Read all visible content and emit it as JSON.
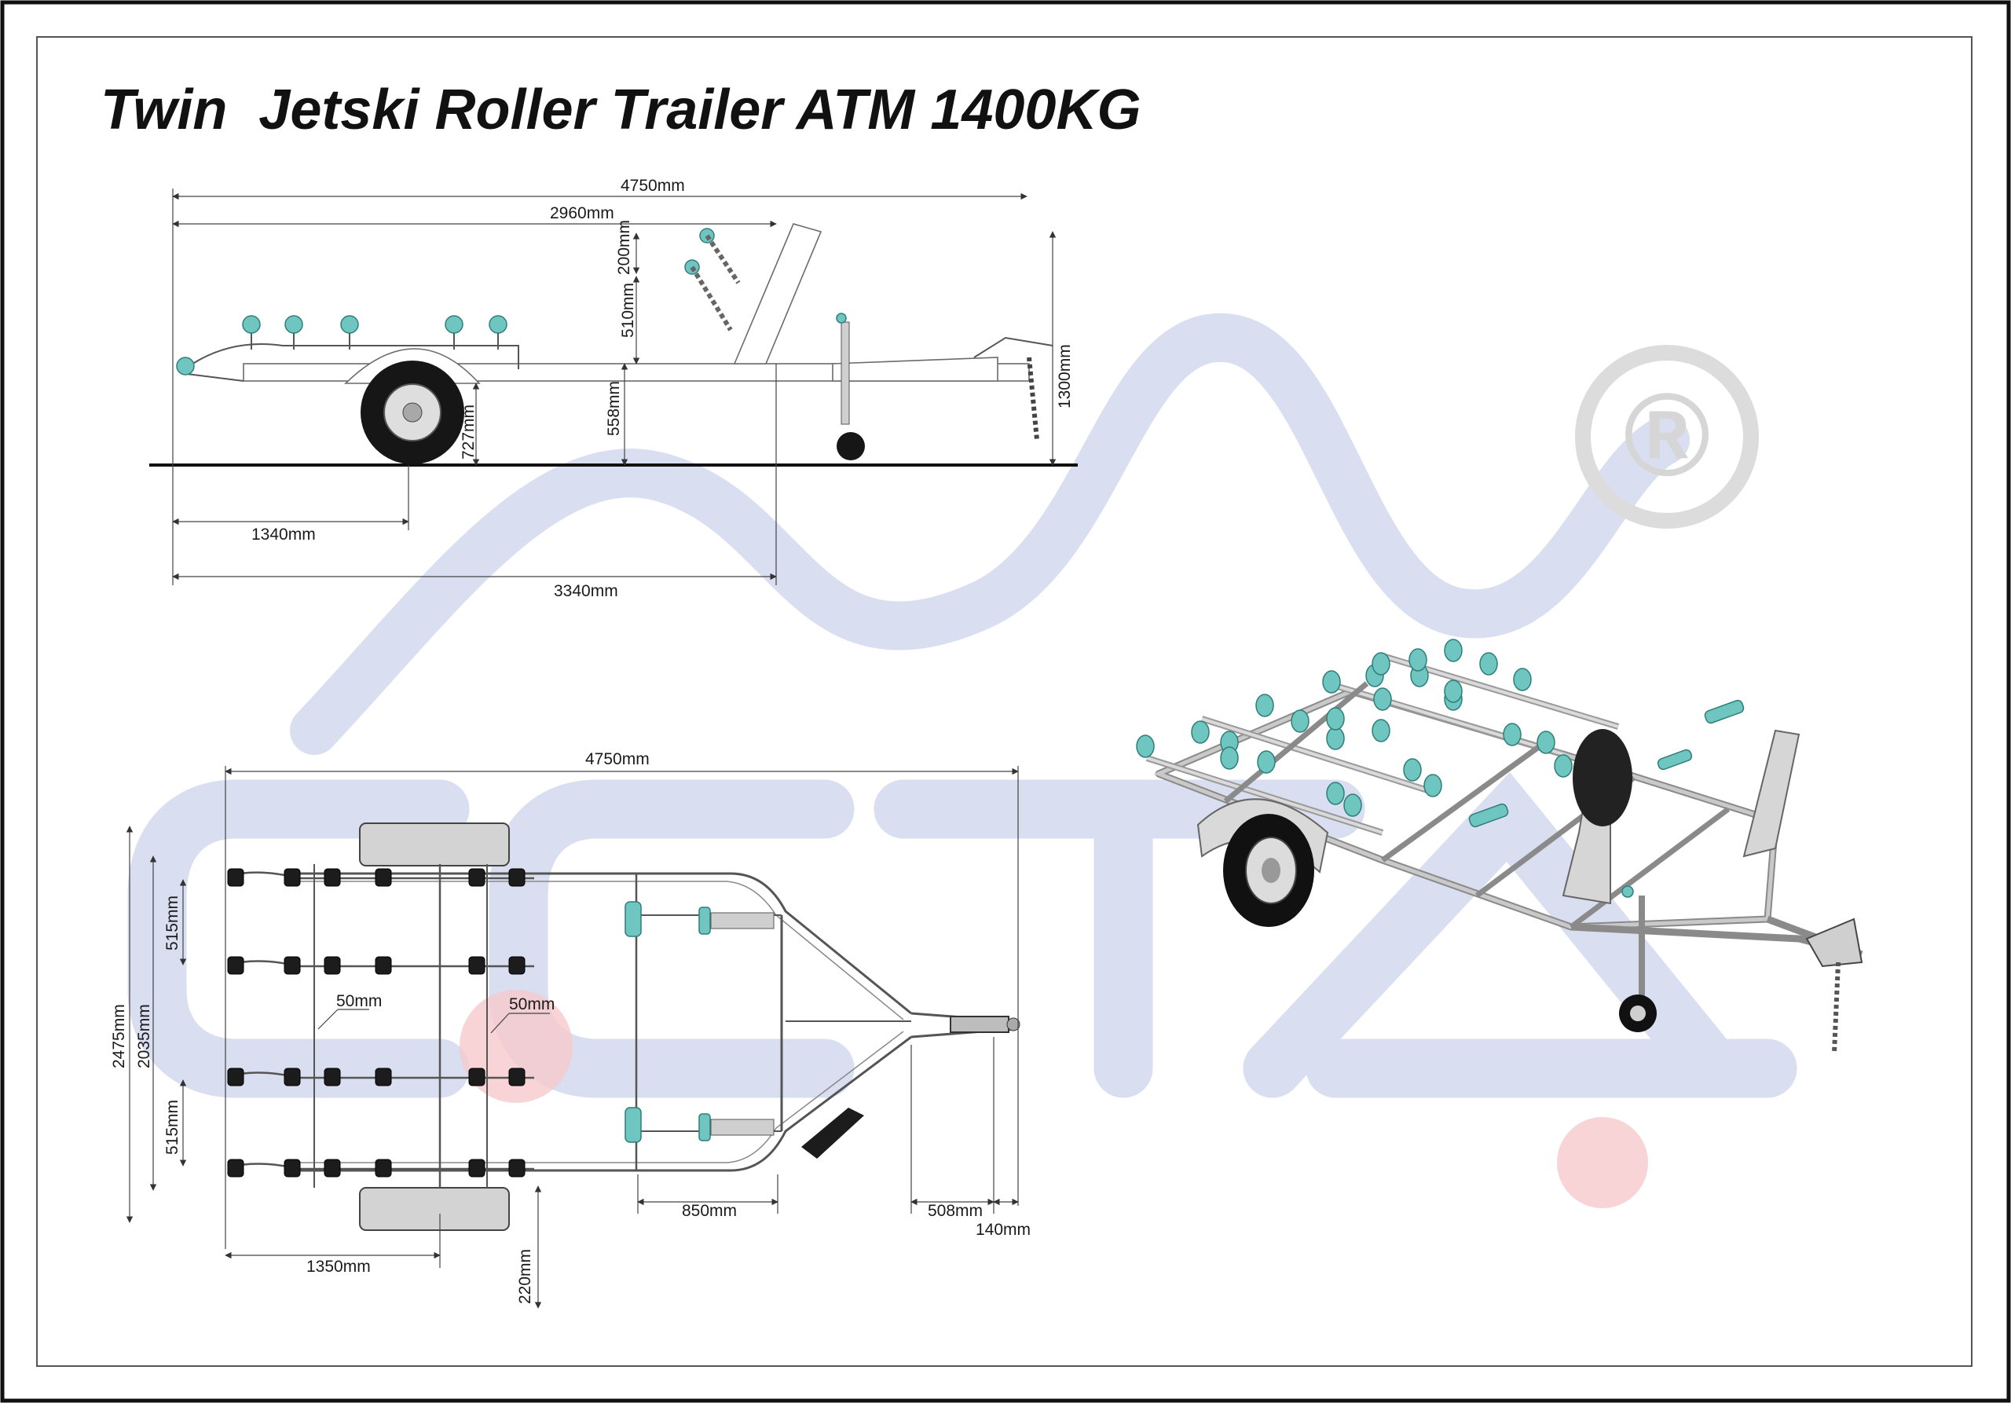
{
  "title": "Twin  Jetski Roller Trailer ATM 1400KG",
  "watermark": {
    "registered_mark": "®",
    "color": "#d9def0",
    "dot_color": "#f6c9cd"
  },
  "colors": {
    "roller": "#6fc6c0",
    "frame": "#cfcfcf",
    "dimension": "#1a1a1a"
  },
  "side_view": {
    "overall_length": "4750mm",
    "length_2960": "2960mm",
    "height_200": "200mm",
    "height_510": "510mm",
    "height_558": "558mm",
    "height_727": "727mm",
    "height_1300": "1300mm",
    "length_1340": "1340mm",
    "length_3340": "3340mm"
  },
  "top_view": {
    "overall_length": "4750mm",
    "spacing_515_top": "515mm",
    "spacing_515_bottom": "515mm",
    "width_2475": "2475mm",
    "width_2035": "2035mm",
    "tube_50_left": "50mm",
    "tube_50_right": "50mm",
    "length_1350": "1350mm",
    "length_850": "850mm",
    "length_508": "508mm",
    "length_140": "140mm",
    "height_220": "220mm"
  }
}
